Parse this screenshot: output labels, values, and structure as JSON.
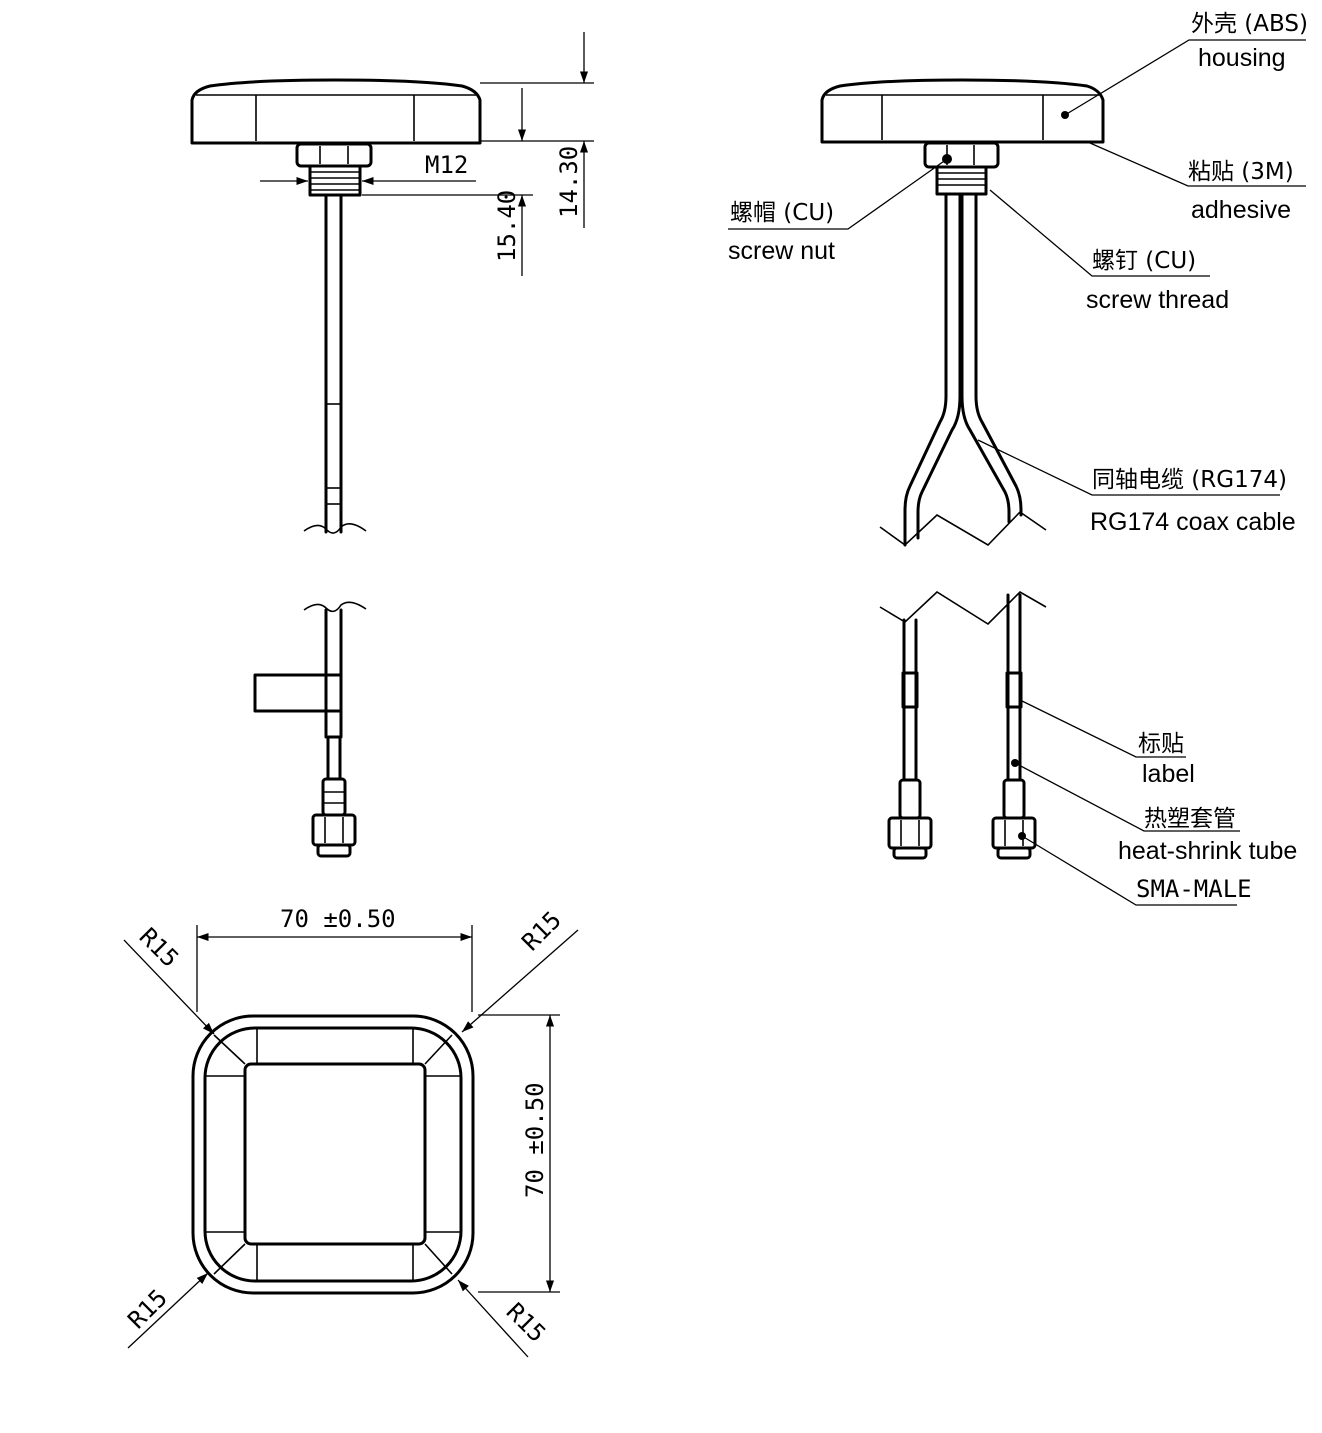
{
  "dimensions": {
    "thread": "M12",
    "height_1": "14.30",
    "height_2": "15.40",
    "width": "70 ±0.50",
    "depth": "70 ±0.50",
    "radius_tl": "R15",
    "radius_tr": "R15",
    "radius_bl": "R15",
    "radius_br": "R15"
  },
  "callouts": {
    "housing": {
      "cn": "外壳 (ABS)",
      "en": "housing"
    },
    "adhesive": {
      "cn": "粘贴 (3M)",
      "en": "adhesive"
    },
    "screw_nut": {
      "cn": "螺帽 (CU)",
      "en": "screw nut"
    },
    "screw_thread": {
      "cn": "螺钉 (CU)",
      "en": "screw thread"
    },
    "coax": {
      "cn": "同轴电缆 (RG174)",
      "en": "RG174 coax cable"
    },
    "label": {
      "cn": "标贴",
      "en": "label"
    },
    "heat_shrink": {
      "cn": "热塑套管",
      "en": "heat-shrink tube"
    },
    "connector": {
      "cn": "SMA-MALE"
    }
  }
}
